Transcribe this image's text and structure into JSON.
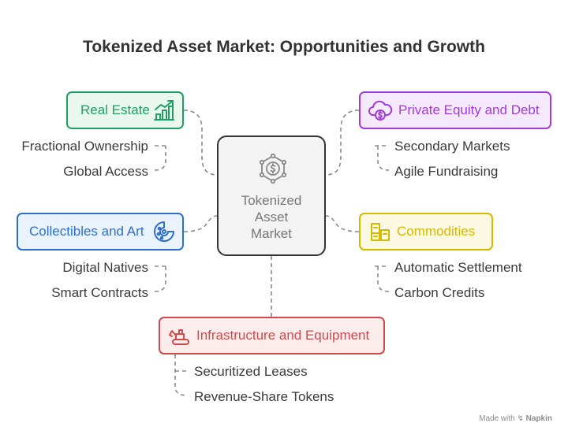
{
  "title": "Tokenized Asset Market: Opportunities and Growth",
  "center": {
    "label_lines": [
      "Tokenized",
      "Asset",
      "Market"
    ],
    "icon": "dollar-network-icon"
  },
  "branches": {
    "real_estate": {
      "label": "Real Estate",
      "icon": "growth-chart-icon",
      "color": "#1fa063",
      "fill": "#eaf7ef",
      "items": [
        "Fractional Ownership",
        "Global Access"
      ]
    },
    "private_equity": {
      "label": "Private Equity and Debt",
      "icon": "cloud-dollar-icon",
      "color": "#a23bd6",
      "fill": "#f5eafb",
      "items": [
        "Secondary Markets",
        "Agile Fundraising"
      ]
    },
    "collectibles": {
      "label": "Collectibles and Art",
      "icon": "palette-icon",
      "color": "#2f6fcc",
      "fill": "#eaf2fc",
      "items": [
        "Digital Natives",
        "Smart Contracts"
      ]
    },
    "commodities": {
      "label": "Commodities",
      "icon": "goods-icon",
      "color": "#d5b900",
      "fill": "#fcf9e3",
      "items": [
        "Automatic Settlement",
        "Carbon Credits"
      ]
    },
    "infrastructure": {
      "label": "Infrastructure and Equipment",
      "icon": "excavator-icon",
      "color": "#cf4b4b",
      "fill": "#fcecec",
      "items": [
        "Securitized Leases",
        "Revenue-Share Tokens"
      ]
    }
  },
  "footer": {
    "prefix": "Made with",
    "brand": "Napkin"
  }
}
